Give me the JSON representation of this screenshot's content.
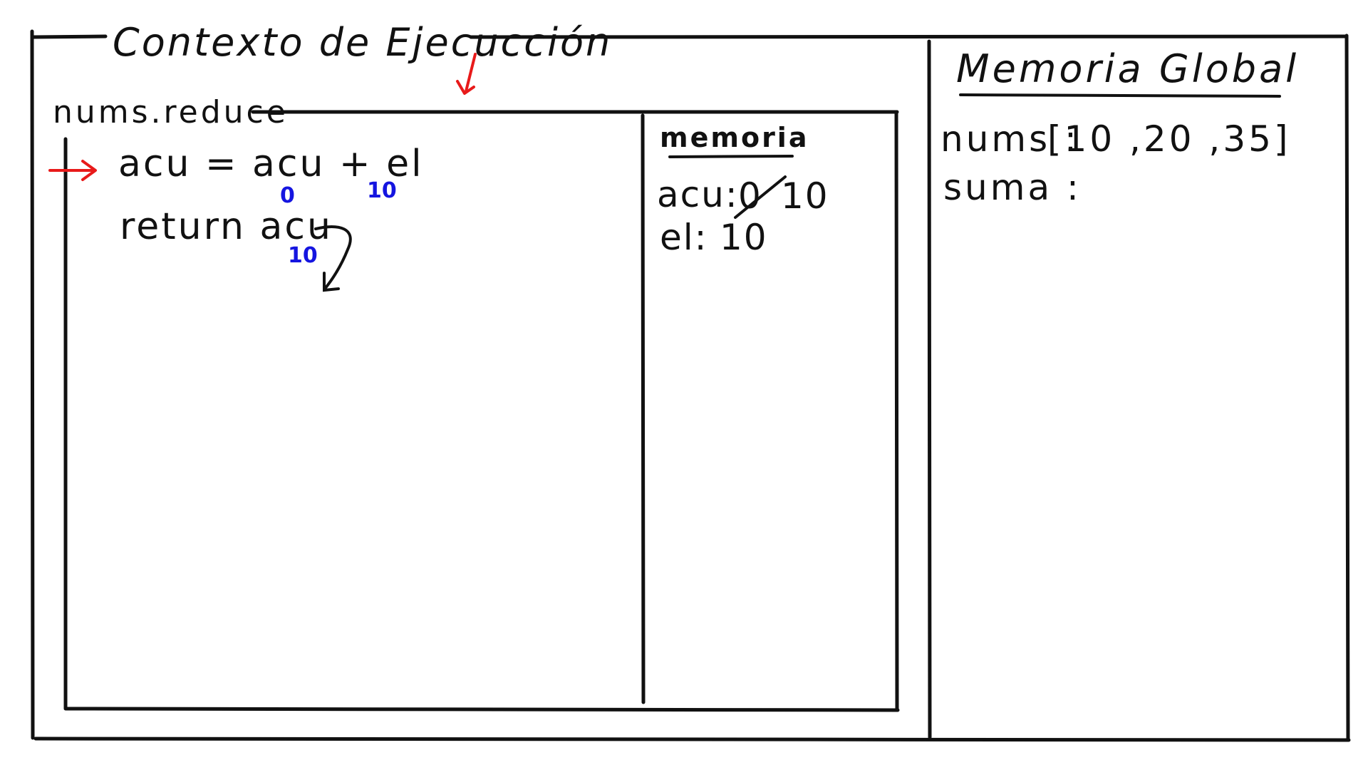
{
  "execution_context": {
    "title": "Contexto de Ejecucción"
  },
  "function_context": {
    "label": "nums.reduce",
    "code": {
      "line1": "acu = acu + el",
      "line1_acu_value": "0",
      "line1_el_value": "10",
      "line2": "return acu",
      "line2_acu_value": "10"
    }
  },
  "local_memory": {
    "heading": "memoria",
    "acu_label": "acu:",
    "acu_old_value": "0",
    "acu_new_value": "10",
    "el_label": "el:",
    "el_value": "10"
  },
  "global_memory": {
    "heading": "Memoria Global",
    "nums_label": "nums :",
    "nums_value": "[10 ,20 ,35]",
    "suma_label": "suma :"
  },
  "colors": {
    "ink": "#111111",
    "pointer": "#e81a1a",
    "annotation": "#1515e0"
  },
  "icons": {
    "pointer_arrow": "red-right-arrow",
    "return_arrow": "curved-down-arrow",
    "context_arrow": "red-down-arrow"
  }
}
